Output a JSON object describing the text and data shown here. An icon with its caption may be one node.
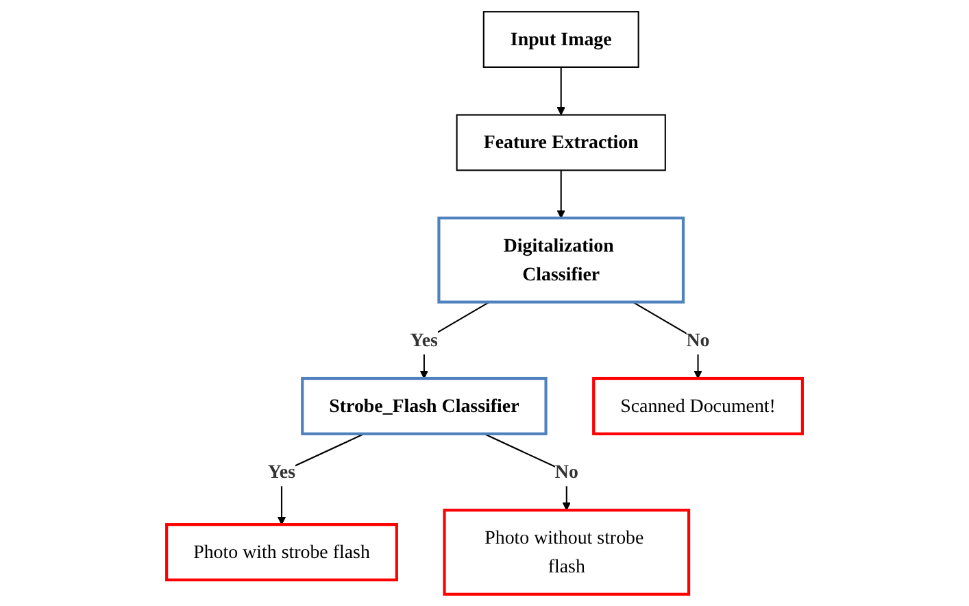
{
  "diagram": {
    "nodes": [
      {
        "text": [
          "Input Image"
        ]
      },
      {
        "text": [
          "Feature Extraction"
        ]
      },
      {
        "text": [
          "Digitalization Classifier"
        ]
      },
      {
        "text": [
          "Photo with strobe flash"
        ]
      },
      {
        "text": [
          "Strobe_Flash Classifier"
        ]
      },
      {
        "text": [
          "Scanned Document!"
        ]
      },
      {
        "text": [
          "Photo without strobe flash"
        ]
      }
    ],
    "edges": [
      {
        "from": 0,
        "to": 1,
        "arrow": "to"
      },
      {
        "from": 1,
        "to": 2,
        "arrow": "to"
      },
      {
        "from": 2,
        "to": 4,
        "label": "Yes",
        "arrow": "to"
      },
      {
        "from": 2,
        "to": 5,
        "label": "No",
        "arrow": "to"
      },
      {
        "from": 4,
        "to": 3,
        "label": "Yes",
        "arrow": "to"
      },
      {
        "from": 4,
        "to": 6,
        "label": "No",
        "arrow": "to"
      }
    ]
  }
}
